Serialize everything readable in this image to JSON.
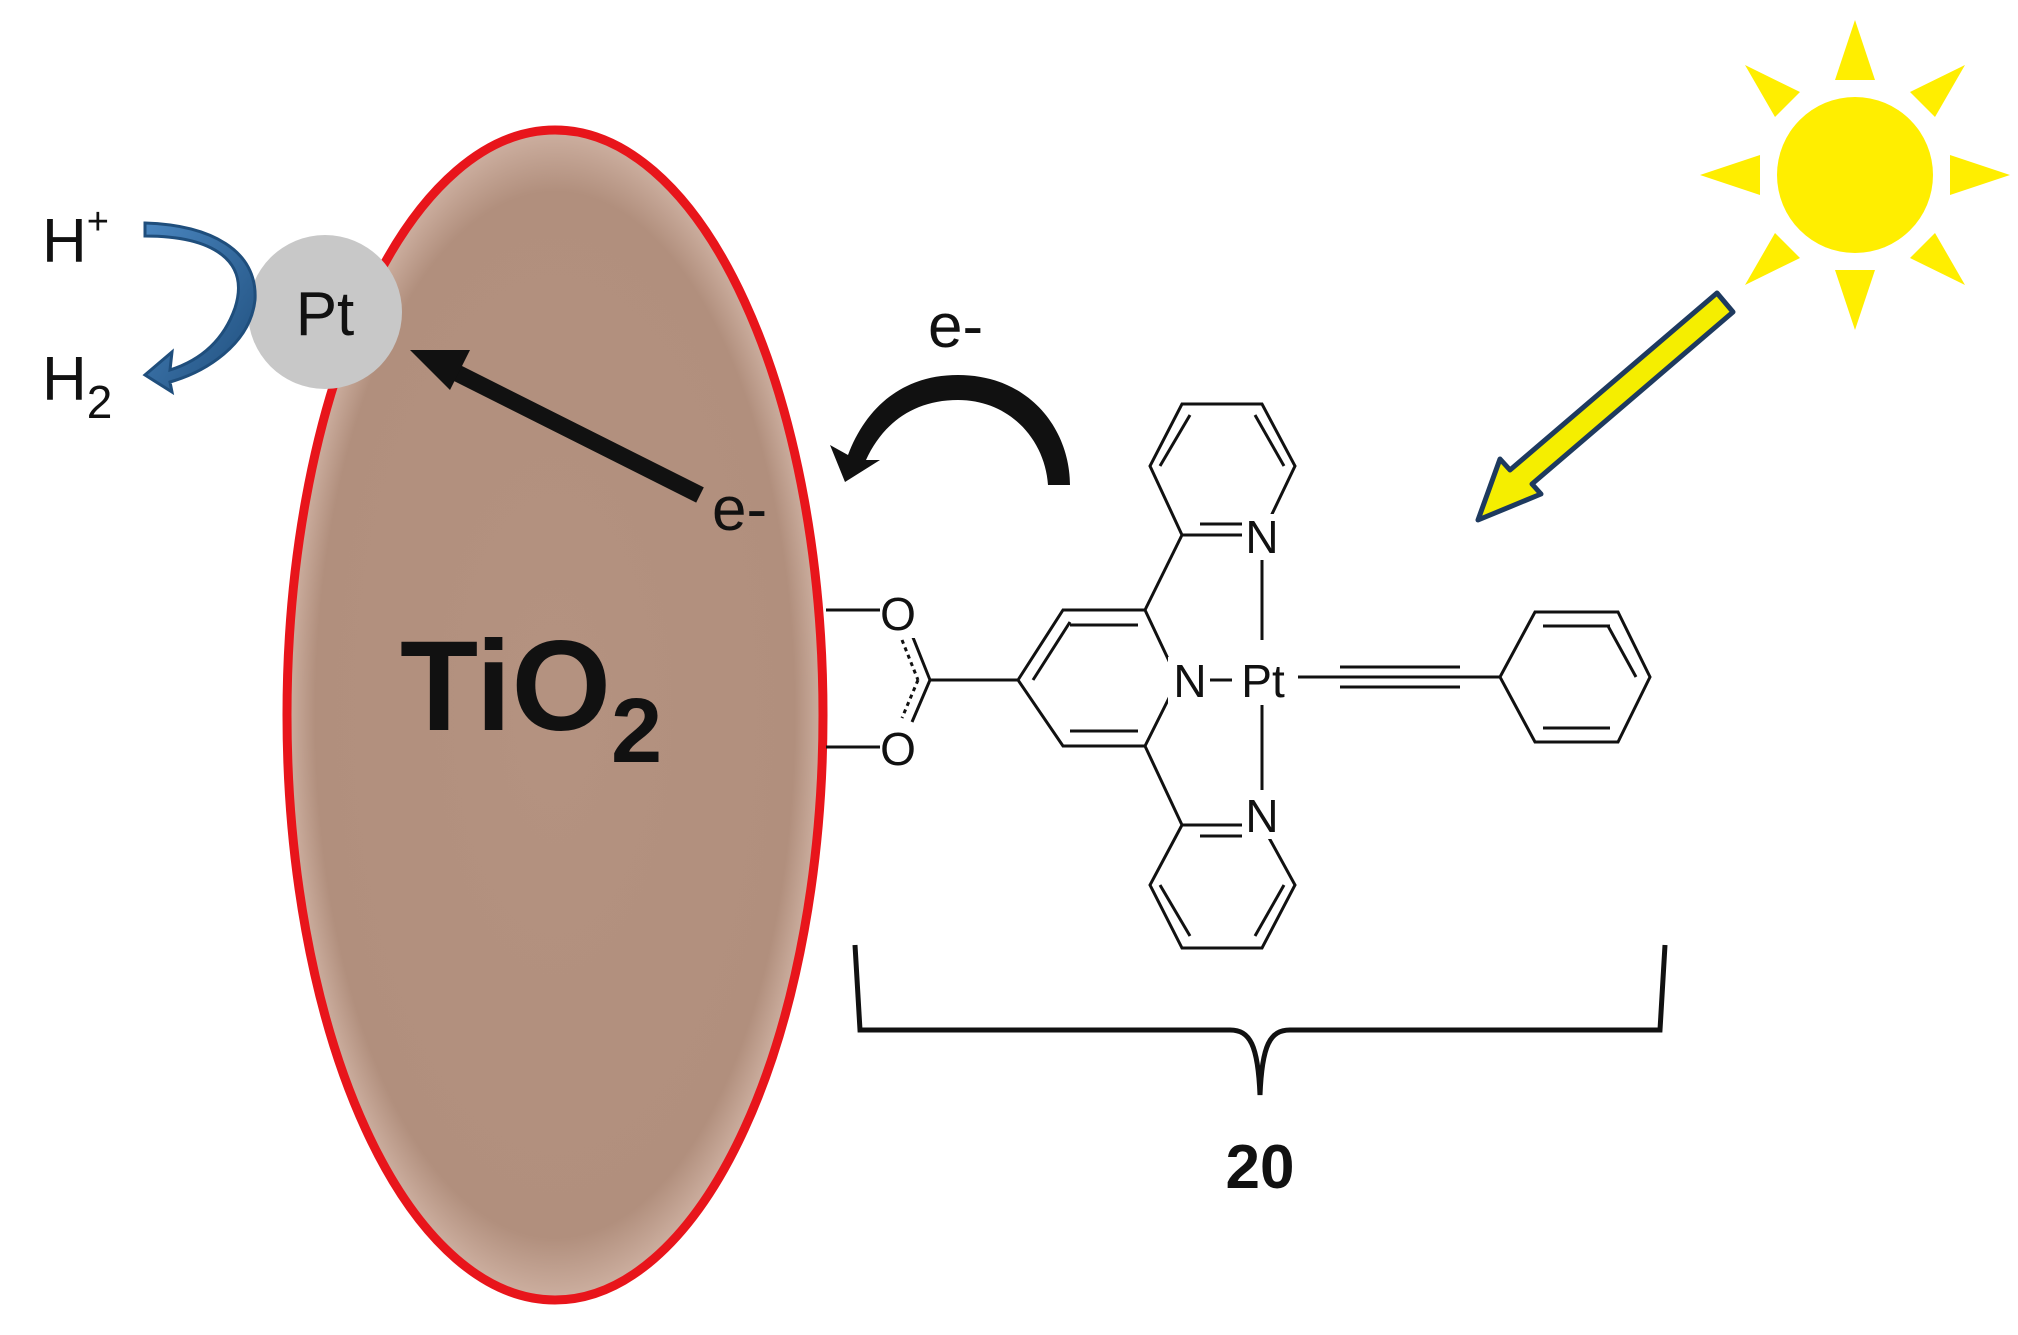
{
  "labels": {
    "h_plus_base": "H",
    "h_plus_sup": "+",
    "h2_base": "H",
    "h2_sub": "2",
    "pt_particle": "Pt",
    "tio2_base": "TiO",
    "tio2_sub": "2",
    "electron_inner": "e-",
    "electron_transfer": "e-",
    "compound_number": "20"
  },
  "molecule_atoms": {
    "o_top": "O",
    "o_bottom": "O",
    "n_central": "N",
    "pt_center": "Pt",
    "n_top": "N",
    "n_bottom": "N"
  },
  "colors": {
    "tio2_fill": "#b49280",
    "tio2_border": "#e8151b",
    "pt_fill": "#c8c8c8",
    "arrow_blue": "#2f6496",
    "sun_yellow": "#ffee00",
    "light_arrow_fill": "#f5ee00",
    "light_arrow_border": "#1e3a5f",
    "ink": "#111111"
  },
  "icons": {
    "sun": "sun-icon",
    "light_arrow": "light-ray-arrow",
    "curved_arrow_blue": "curved-arrow-blue",
    "curved_arrow_black": "curved-arrow-black"
  }
}
